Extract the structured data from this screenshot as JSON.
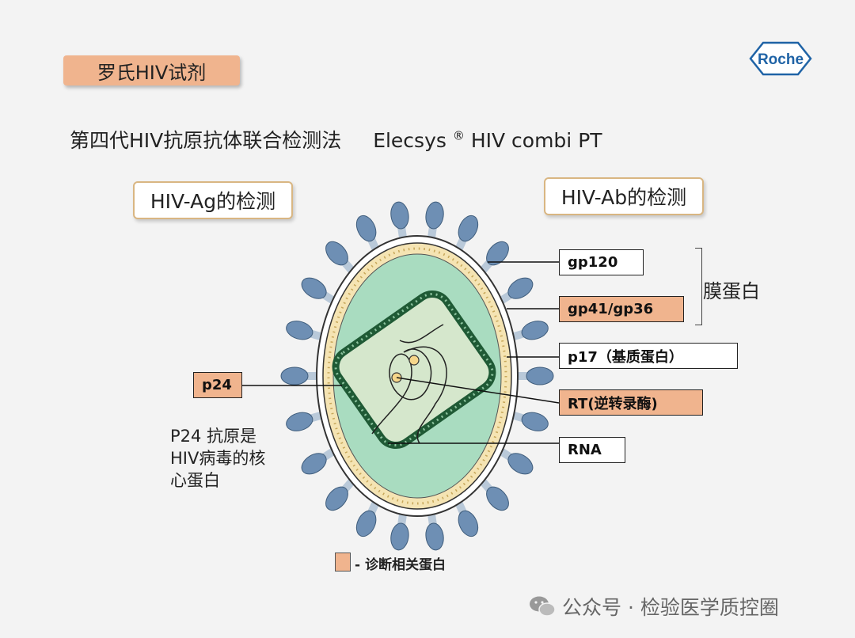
{
  "title_tag": "罗氏HIV试剂",
  "logo_text": "Roche",
  "heading": {
    "main": "第四代HIV抗原抗体联合检测法",
    "product": "Elecsys",
    "reg": "®",
    "product_tail": "HIV combi PT"
  },
  "sections": {
    "antigen": "HIV-Ag的检测",
    "antibody": "HIV-Ab的检测"
  },
  "labels": {
    "p24": "p24",
    "gp120": "gp120",
    "gp41": "gp41/gp36",
    "p17": "p17（基质蛋白）",
    "rt": "RT(逆转录酶)",
    "rna": "RNA"
  },
  "membrane_label": "膜蛋白",
  "note": [
    "P24 抗原是",
    "HIV病毒的核",
    "心蛋白"
  ],
  "legend": "- 诊断相关蛋白",
  "watermark": "公众号 · 检验医学质控圈",
  "colors": {
    "diagnostic": "#f0b48e",
    "spike": "#6e8fb4",
    "core": "#d5e7cc",
    "capsid": "#1f5a35",
    "envelope": "#f5e4b3",
    "matrix": "#a9dcc0"
  }
}
